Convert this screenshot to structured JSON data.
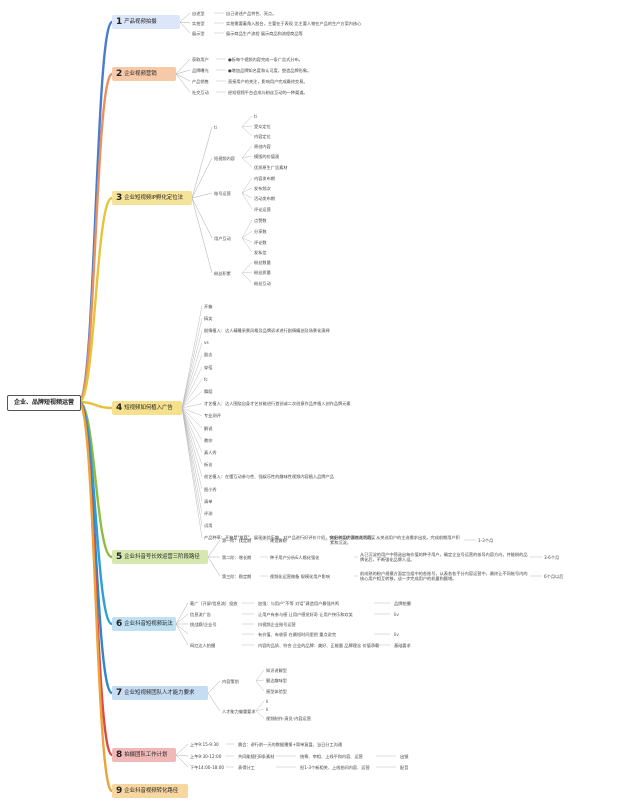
{
  "root": "企业、品牌短视频运营",
  "colors": {
    "s1": "#4a7bd0",
    "s2": "#e8915e",
    "s3": "#e7c33a",
    "s4": "#e6c13b",
    "s5": "#8fbc3c",
    "s6": "#2c9fd6",
    "s7": "#2f86cf",
    "s8": "#d94a4a",
    "s9": "#eea23a"
  },
  "sections": [
    {
      "num": "1",
      "label": "产品视频拍摄",
      "items": [
        {
          "k": "自述型",
          "v": "自己讲述产品特色、亮点。"
        },
        {
          "k": "实拍型",
          "v": "实拍需要着角入胶台，主要在于表现 比主要人物在产品的生产方案内核心"
        },
        {
          "k": "展示型",
          "v": "展示商品生产流程 展示商品和流程商品等"
        }
      ]
    },
    {
      "num": "2",
      "label": "企业视频营销",
      "items": [
        {
          "k": "获取用户",
          "v": "●拆每个视频内容完成一条广告式分布。"
        },
        {
          "k": "品牌曝光",
          "v": "●增加品牌知名度和认可度，塑造品牌形象。"
        },
        {
          "k": "产品销售",
          "v": "直接用户的关注，影响用户完成最终交易。"
        },
        {
          "k": "社交互动",
          "v": "经短视频平台会成与粉丝互动的一种渠道。"
        }
      ]
    },
    {
      "num": "3",
      "label": "企业短视频IP孵化定位法",
      "groups": [
        {
          "k": "ti",
          "items": [
            "ti",
            "受众定位",
            "内容定位"
          ]
        },
        {
          "k": "短视频内容",
          "items": [
            "原创内容",
            "模版的价值观",
            "优质原生广告素材"
          ]
        },
        {
          "k": "账号运营",
          "items": [
            "内容发布期",
            "发布频次",
            "活动发布期",
            "评论运营"
          ]
        },
        {
          "k": "用户互动",
          "items": [
            "点赞数",
            "分享数",
            "评论数",
            "发私信"
          ]
        },
        {
          "k": "粉丝积累",
          "items": [
            "粉丝数量",
            "粉丝质量",
            "粉丝互动"
          ]
        }
      ]
    },
    {
      "num": "4",
      "label": "短视频如何植入广告",
      "items": [
        "开箱",
        "搞笑",
        "剧情植入：达人精雕采景风格及品牌诉求进行剧情编创及场景化演绎",
        "vs",
        "励志",
        "穿搭",
        "fc",
        "舞蹈",
        "才艺植入：达人围绕自身才艺技能进行首创或二次创意作品并植入创作品牌元素",
        "专业测评",
        "解说",
        "教你",
        "真人秀",
        "街访",
        "创艺植入：在懂互动参与性、强娱乐性的趣味性视频内容植入品牌产品",
        "图小秀",
        "清单",
        "评测",
        "试用",
        "产品种草：开箱是\"推荐\"，展现体验乐趣，对产品进行好评价介绍，突出产品优异性进而购买"
      ]
    },
    {
      "num": "5",
      "label": "企业抖音号长效运营三阶段路径",
      "stages": [
        {
          "k": "第一阶：找定期",
          "a": "建设做粉",
          "b": "做好做用户喜欢的内容，从关选用户的主选需求出发。完成前期用户积累和沉淀。",
          "c": "1-3个月"
        },
        {
          "k": "第二阶：增长期",
          "a": "种子用户分析&人格化强化",
          "b": "从已沉淀的用户中筛选出每价值的种子用户，确定企业号运营的核导内容方向，并能粉的品牌化后，不断强化品牌人设。",
          "c": "3-6个月"
        },
        {
          "k": "第三阶：稳定期",
          "a": "视频化运营做备 规模化用户影响",
          "b": "前成熟的粉户规模方面定位组中的各账号，从表各各手分内容运营中，最终让不同账号内的核心用户相互转移，谈一步完成用户的机量和额增。",
          "c": "6个月以后"
        }
      ]
    },
    {
      "num": "6",
      "label": "企业抖音短视频玩法",
      "rows": [
        {
          "k": "葡广（开屏/信息流）投放",
          "m": "加强：与用户“不等 对话”建造用户最强共鸣",
          "r": "品牌拍摄"
        },
        {
          "k": "信息流广告",
          "m": "让用户有参与感 让用户感觉好奇 让用户快乐和欢笑",
          "r": "liv"
        },
        {
          "k": "挑战赛/企业号",
          "m": "抖视频企业账号运营",
          "r": ""
        },
        {
          "k": "",
          "m": "有价值、有收获 在最短时间里把 重点说完",
          "r": "liv"
        },
        {
          "k": "网红达人拍摄",
          "m": "内容的品质、符合 企业的品牌：美好、正能量 品牌理念 价值承载",
          "r": "基础要求"
        }
      ]
    },
    {
      "num": "7",
      "label": "企业短视频团队人才能力要求",
      "groups": [
        {
          "k": "内容策划",
          "items": [
            "知识讲解型",
            "腿达趣味型",
            "感型体验型"
          ]
        },
        {
          "k": "人才能力偏重要求",
          "items": [
            "li",
            "li",
            "视频制作-演员-内容运营"
          ]
        }
      ]
    },
    {
      "num": "8",
      "label": "拍摄团队工作计划",
      "rows": [
        {
          "t": "上午9:15-9:30",
          "a": "晨会：讲行前一天的数据播报+简单复盘，当日分工沟通",
          "b": ""
        },
        {
          "t": "上午9:30-12:00",
          "a": "共同能随扫B条素材",
          "b": "统筹、宰相、上线平和内容、运营",
          "c": "出镜"
        },
        {
          "t": "下午14:00-18:00",
          "a": "表得分工",
          "b": "担1-3个新相关、上线拍间内容、运营",
          "c": "配音"
        }
      ]
    },
    {
      "num": "9",
      "label": "企业抖音视频转化路径"
    }
  ]
}
